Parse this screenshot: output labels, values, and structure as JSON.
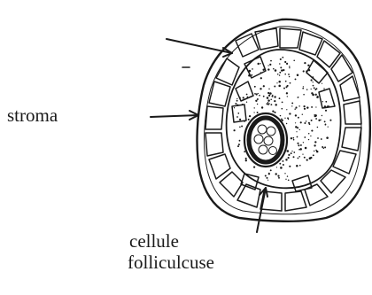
{
  "labels": {
    "stroma": "stroma",
    "cellule": "cellule",
    "folliculeuse": "folliculcuse"
  },
  "colors": {
    "ink": "#1a1a1a",
    "paper": "#ffffff"
  }
}
